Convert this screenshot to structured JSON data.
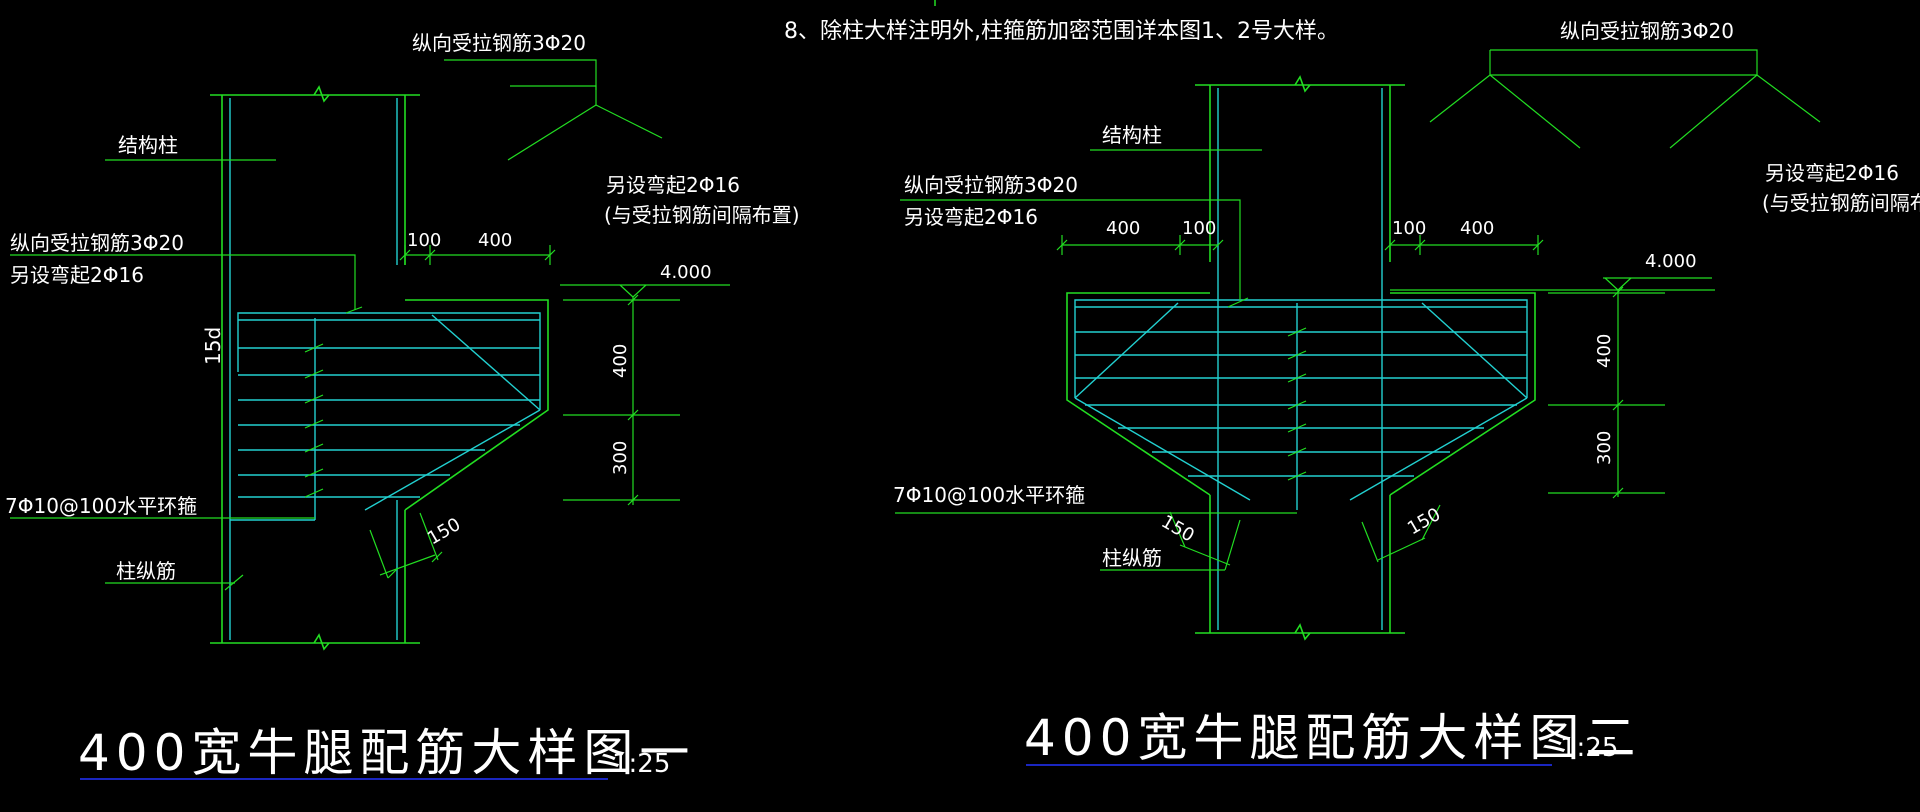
{
  "colors": {
    "background": "#000000",
    "outline": "#22dd22",
    "rebar": "#22d0d0",
    "text": "#ffffff",
    "underline": "#2233ff"
  },
  "note": "8、除柱大样注明外,柱箍筋加密范围详本图1、2号大样。",
  "detail1": {
    "title": "400宽牛腿配筋大样图一",
    "scale": "1:25",
    "labels": {
      "tension_bar_top": "纵向受拉钢筋3Φ20",
      "structural_column": "结构柱",
      "bent_bar": "另设弯起2Φ16",
      "bent_bar_note": "(与受拉钢筋间隔布置)",
      "tension_bar_side": "纵向受拉钢筋3Φ20",
      "bent_bar_side": "另设弯起2Φ16",
      "hoops": "7Φ10@100水平环箍",
      "column_bars": "柱纵筋",
      "anchor_length": "15d"
    },
    "dims": {
      "d100": "100",
      "d400": "400",
      "elevation": "4.000",
      "h400": "400",
      "h300": "300",
      "d150": "150"
    }
  },
  "detail2": {
    "title": "400宽牛腿配筋大样图二",
    "scale": "1:25",
    "labels": {
      "tension_bar_top": "纵向受拉钢筋3Φ20",
      "structural_column": "结构柱",
      "tension_bar_side": "纵向受拉钢筋3Φ20",
      "bent_bar_side": "另设弯起2Φ16",
      "bent_bar": "另设弯起2Φ16",
      "bent_bar_note": "(与受拉钢筋间隔布置)",
      "hoops": "7Φ10@100水平环箍",
      "column_bars": "柱纵筋"
    },
    "dims": {
      "d400_left": "400",
      "d100_left": "100",
      "d100_right": "100",
      "d400_right": "400",
      "elevation": "4.000",
      "h400": "400",
      "h300": "300",
      "d150_left": "150",
      "d150_right": "150"
    }
  }
}
